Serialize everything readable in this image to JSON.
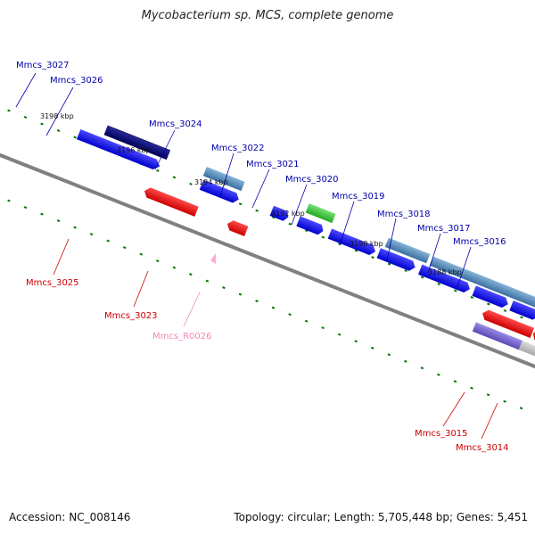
{
  "title": "Mycobacterium sp. MCS, complete genome",
  "footer": {
    "accession": "Accession: NC_008146",
    "topology": "Topology: circular; Length: 5,705,448 bp; Genes: 5,451"
  },
  "colors": {
    "backbone": "#808080",
    "forward_cds": "#0000ee",
    "reverse_cds": "#ee0000",
    "steelblue": "#4682b4",
    "navy": "#00006e",
    "green": "#33bb33",
    "rna": "#ff99cc",
    "ticks": "#007700",
    "forward_label": "#0000aa",
    "reverse_label": "#cc0000",
    "rna_label": "#ee88bb"
  },
  "kbp_labels": [
    "3198 kbp",
    "3196 kbp",
    "3194 kbp",
    "3192 kbp",
    "3190 kbp",
    "3188 kbp"
  ],
  "genes": [
    {
      "id": "Mmcs_3027",
      "strand": "forward"
    },
    {
      "id": "Mmcs_3026",
      "strand": "forward"
    },
    {
      "id": "Mmcs_3024",
      "strand": "forward"
    },
    {
      "id": "Mmcs_3022",
      "strand": "forward"
    },
    {
      "id": "Mmcs_3021",
      "strand": "forward"
    },
    {
      "id": "Mmcs_3020",
      "strand": "forward"
    },
    {
      "id": "Mmcs_3019",
      "strand": "forward"
    },
    {
      "id": "Mmcs_3018",
      "strand": "forward"
    },
    {
      "id": "Mmcs_3017",
      "strand": "forward"
    },
    {
      "id": "Mmcs_3016",
      "strand": "forward"
    },
    {
      "id": "Mmcs_3025",
      "strand": "reverse"
    },
    {
      "id": "Mmcs_3023",
      "strand": "reverse"
    },
    {
      "id": "Mmcs_R0026",
      "strand": "rna"
    },
    {
      "id": "Mmcs_3015",
      "strand": "reverse"
    },
    {
      "id": "Mmcs_3014",
      "strand": "reverse"
    }
  ]
}
